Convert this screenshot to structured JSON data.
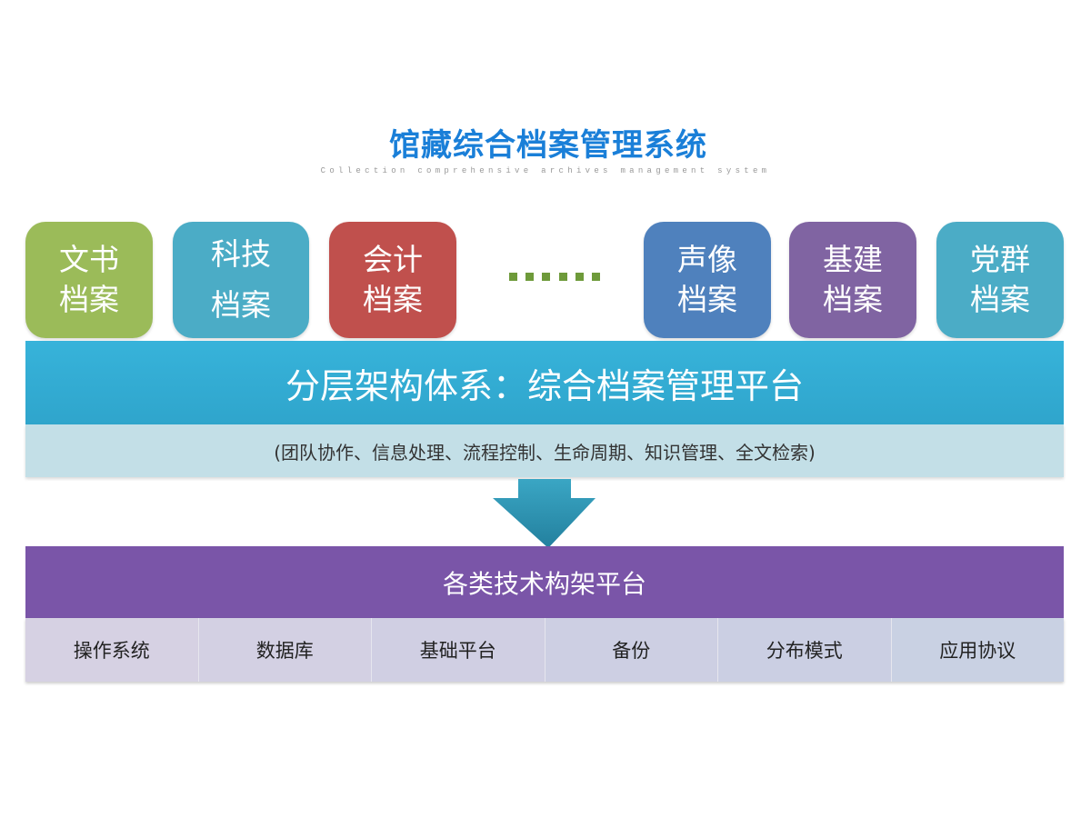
{
  "header": {
    "title": "馆藏综合档案管理系统",
    "subtitle": "Collection comprehensive archives management system"
  },
  "archives": [
    {
      "line1": "文书",
      "line2": "档案",
      "color": "#9bbb59"
    },
    {
      "line1": "科技",
      "line2": "档案",
      "color": "#4bacc6"
    },
    {
      "line1": "会计",
      "line2": "档案",
      "color": "#c0504d"
    },
    {
      "line1": "声像",
      "line2": "档案",
      "color": "#4f81bd"
    },
    {
      "line1": "基建",
      "line2": "档案",
      "color": "#8064a2"
    },
    {
      "line1": "党群",
      "line2": "档案",
      "color": "#4bacc6"
    }
  ],
  "platform": {
    "title": "分层架构体系：综合档案管理平台",
    "features": "(团队协作、信息处理、流程控制、生命周期、知识管理、全文检索)"
  },
  "tech": {
    "title": "各类技术构架平台",
    "items": [
      "操作系统",
      "数据库",
      "基础平台",
      "备份",
      "分布模式",
      "应用协议"
    ]
  }
}
